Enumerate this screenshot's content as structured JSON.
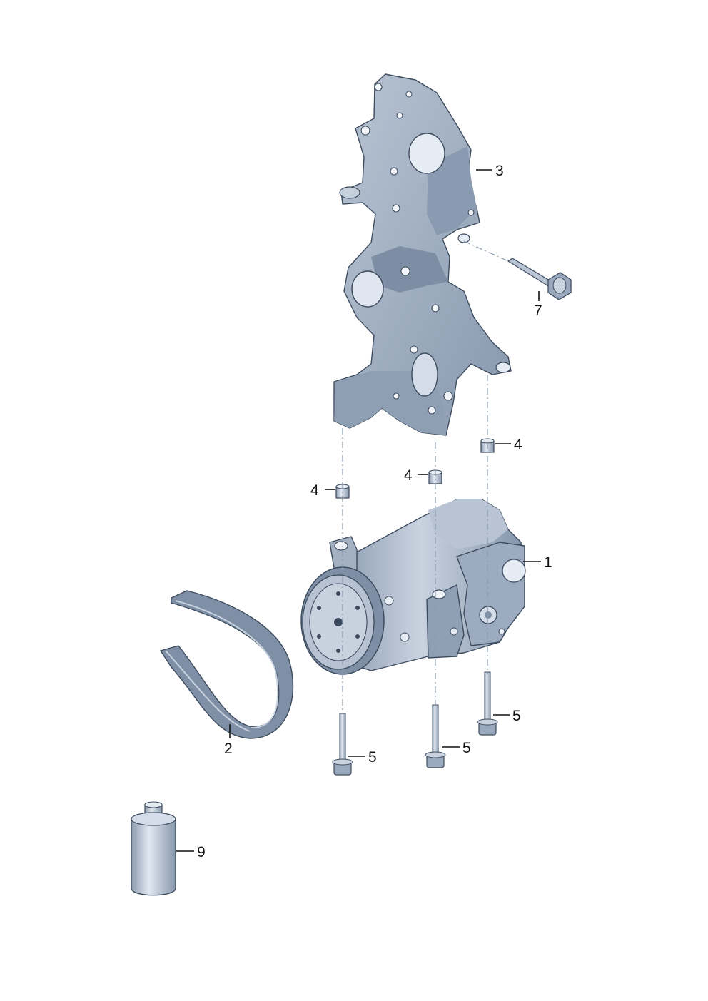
{
  "diagram": {
    "callouts": [
      {
        "id": "c1",
        "text": "1"
      },
      {
        "id": "c2",
        "text": "2"
      },
      {
        "id": "c3",
        "text": "3"
      },
      {
        "id": "c4a",
        "text": "4"
      },
      {
        "id": "c4b",
        "text": "4"
      },
      {
        "id": "c4c",
        "text": "4"
      },
      {
        "id": "c5a",
        "text": "5"
      },
      {
        "id": "c5b",
        "text": "5"
      },
      {
        "id": "c5c",
        "text": "5"
      },
      {
        "id": "c7",
        "text": "7"
      },
      {
        "id": "c9",
        "text": "9"
      }
    ],
    "colors": {
      "part_fill": "#a9b7c9",
      "part_shadow": "#7f90a6",
      "part_light": "#d3dce8",
      "outline": "#3d4b5e"
    }
  }
}
